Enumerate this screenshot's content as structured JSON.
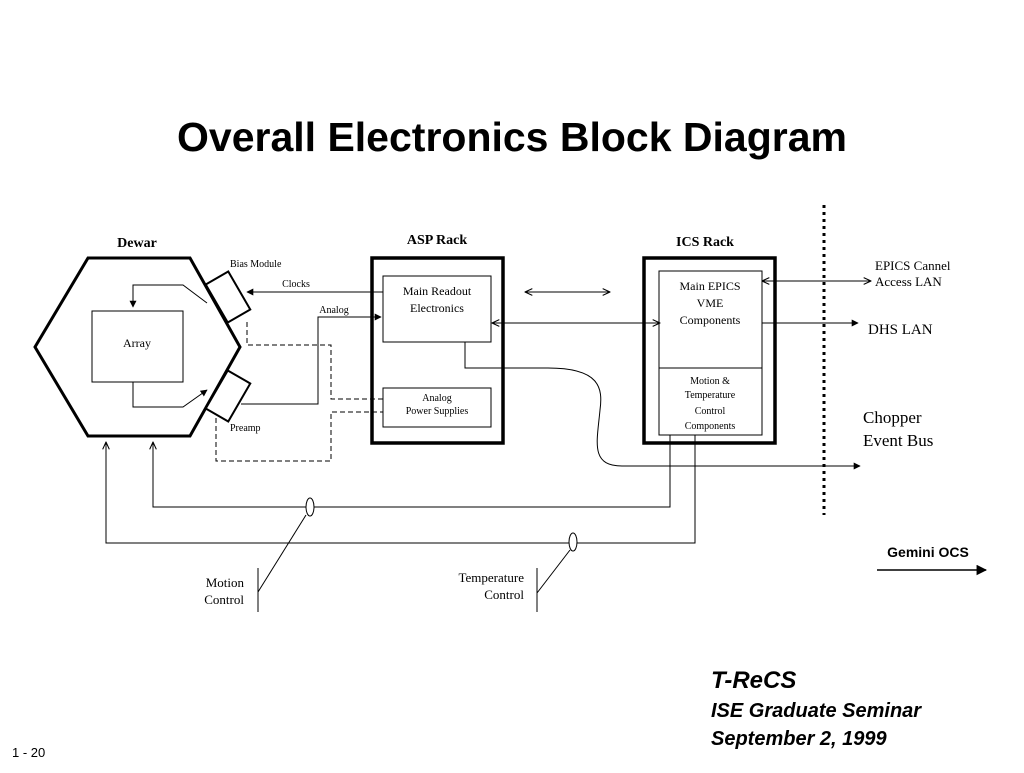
{
  "slide": {
    "title": "Overall Electronics Block Diagram",
    "page_number": "1 - 20"
  },
  "footer": {
    "line1": "T-ReCS",
    "line2": "ISE Graduate Seminar",
    "line3": "September 2, 1999"
  },
  "diagram": {
    "dewar": {
      "label": "Dewar",
      "array_label": "Array",
      "bias_module_label": "Bias Module",
      "preamp_label": "Preamp"
    },
    "asp_rack": {
      "label": "ASP Rack",
      "readout_line1": "Main Readout",
      "readout_line2": "Electronics",
      "power_line1": "Analog",
      "power_line2": "Power Supplies"
    },
    "ics_rack": {
      "label": "ICS Rack",
      "epics_line1": "Main EPICS",
      "epics_line2": "VME",
      "epics_line3": "Components",
      "motion_line1": "Motion &",
      "motion_line2": "Temperature",
      "motion_line3": "Control",
      "motion_line4": "Components"
    },
    "signals": {
      "clocks": "Clocks",
      "analog": "Analog"
    },
    "external": {
      "epics_line1": "EPICS Cannel",
      "epics_line2": "Access LAN",
      "dhs_lan": "DHS LAN",
      "chopper_line1": "Chopper",
      "chopper_line2": "Event Bus",
      "gemini_ocs": "Gemini OCS",
      "motion_control_line1": "Motion",
      "motion_control_line2": "Control",
      "temp_control_line1": "Temperature",
      "temp_control_line2": "Control"
    }
  }
}
